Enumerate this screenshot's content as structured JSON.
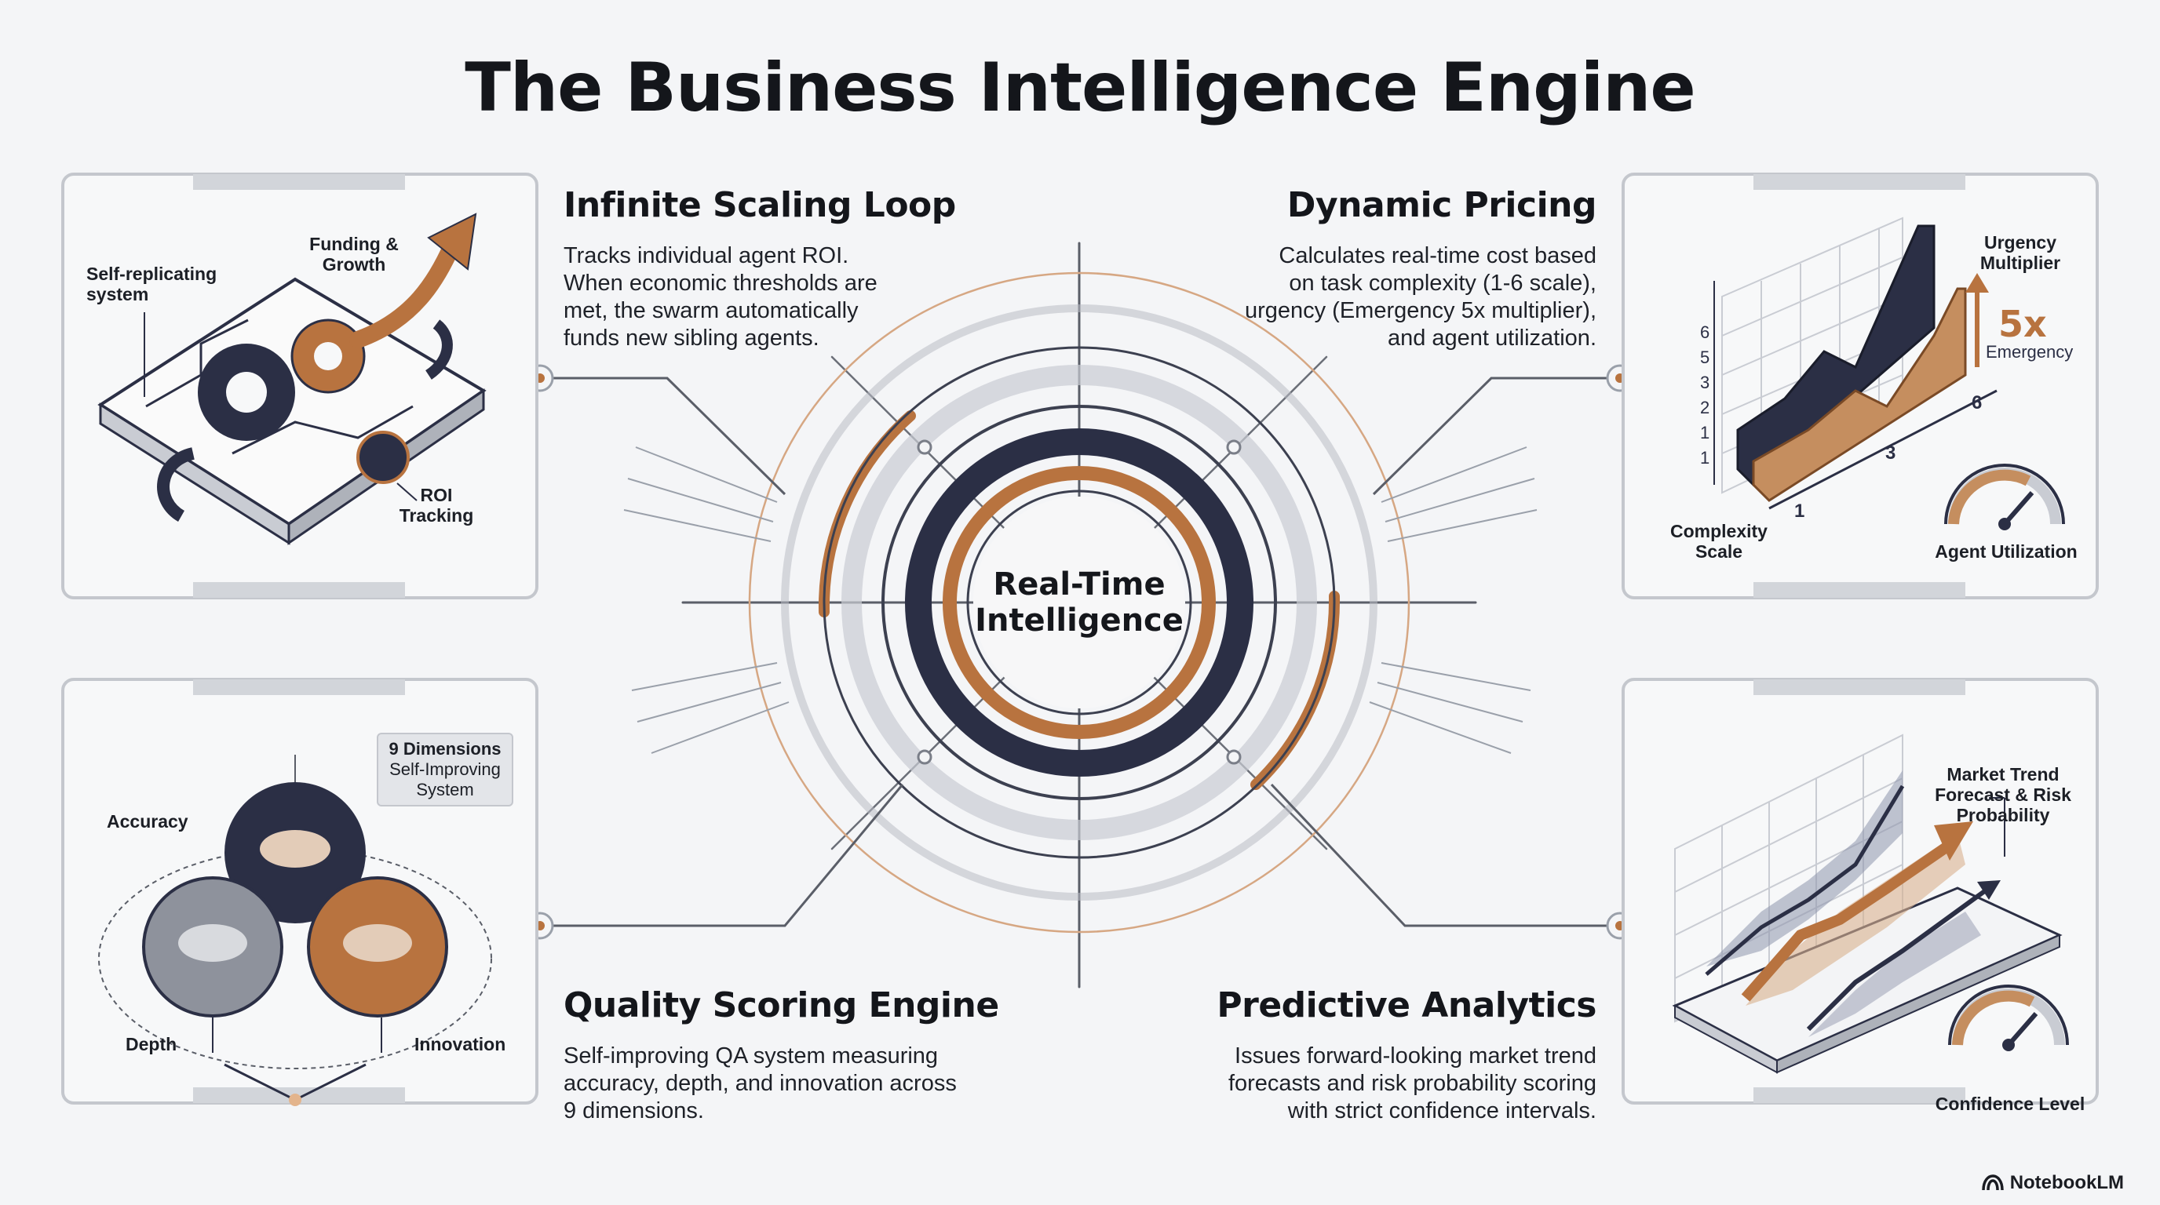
{
  "title": "The Business Intelligence Engine",
  "center": {
    "line1": "Real-Time",
    "line2": "Intelligence"
  },
  "features": {
    "scaling": {
      "title": "Infinite Scaling Loop",
      "lines": [
        "Tracks individual agent ROI.",
        "When economic thresholds are",
        "met, the swarm automatically",
        "funds new sibling agents."
      ]
    },
    "pricing": {
      "title": "Dynamic Pricing",
      "lines": [
        "Calculates real-time cost based",
        "on task complexity (1-6 scale),",
        "urgency (Emergency 5x multiplier),",
        "and agent utilization."
      ]
    },
    "quality": {
      "title": "Quality Scoring Engine",
      "lines": [
        "Self-improving QA system measuring",
        "accuracy, depth, and innovation across",
        "9 dimensions."
      ]
    },
    "predictive": {
      "title": "Predictive Analytics",
      "lines": [
        "Issues forward-looking market trend",
        "forecasts and risk probability scoring",
        "with strict confidence intervals."
      ]
    }
  },
  "panels": {
    "scaling": {
      "self_replicating_1": "Self-replicating",
      "self_replicating_2": "system",
      "funding_1": "Funding &",
      "funding_2": "Growth",
      "roi_1": "ROI",
      "roi_2": "Tracking"
    },
    "pricing": {
      "urgency_1": "Urgency",
      "urgency_2": "Multiplier",
      "five_x": "5x",
      "emergency": "Emergency",
      "complexity_1": "Complexity",
      "complexity_2": "Scale",
      "agent_util": "Agent Utilization",
      "y_ticks": [
        "6",
        "5",
        "3",
        "2",
        "1",
        "1"
      ],
      "x_ticks": [
        "1",
        "3",
        "6"
      ]
    },
    "quality": {
      "dims_1": "9 Dimensions",
      "dims_2": "Self-Improving",
      "dims_3": "System",
      "accuracy": "Accuracy",
      "depth": "Depth",
      "innovation": "Innovation"
    },
    "predictive": {
      "market_1": "Market Trend",
      "market_2": "Forecast & Risk",
      "market_3": "Probability",
      "confidence": "Confidence Level"
    }
  },
  "brand": "NotebookLM",
  "colors": {
    "copper": "#b8733f",
    "navy": "#2b2f45",
    "line": "#8c9099"
  }
}
